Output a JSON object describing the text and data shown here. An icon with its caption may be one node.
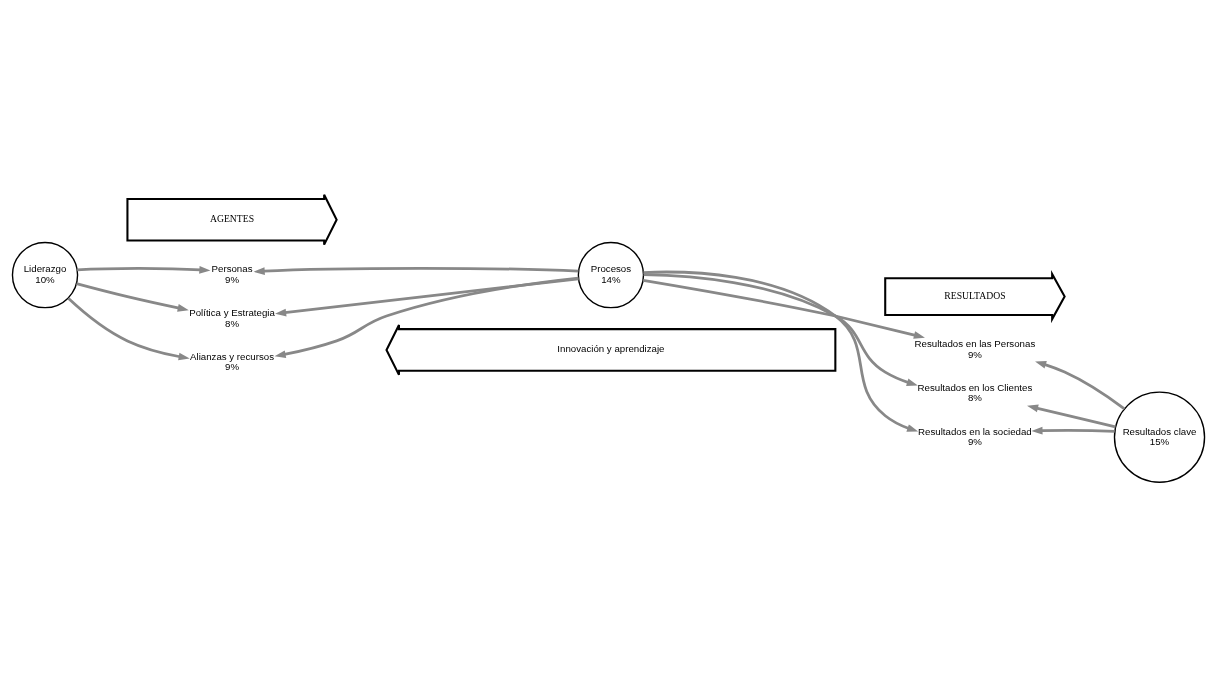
{
  "diagram": {
    "nodes": [
      {
        "text": [
          "AGENTES"
        ]
      },
      {
        "text": [
          "RESULTADOS"
        ]
      },
      {
        "text": [
          "Liderazgo",
          "10%"
        ]
      },
      {
        "text": [
          "Personas",
          "9%"
        ]
      },
      {
        "text": [
          "Política y Estrategia",
          "8%"
        ]
      },
      {
        "text": [
          "Alianzas y recursos",
          "9%"
        ]
      },
      {
        "text": [
          "Procesos",
          "14%"
        ]
      },
      {
        "text": [
          "Resultados en las Personas",
          "9%"
        ]
      },
      {
        "text": [
          "Resultados en los Clientes",
          "8%"
        ]
      },
      {
        "text": [
          "Resultados en la sociedad",
          "9%"
        ]
      },
      {
        "text": [
          "Resultados clave",
          "15%"
        ]
      },
      {
        "text": [
          "Innovación y aprendizaje"
        ]
      }
    ],
    "edges": [
      {
        "from": 2,
        "to": 3,
        "arrow": "to"
      },
      {
        "from": 2,
        "to": 4,
        "arrow": "to"
      },
      {
        "from": 2,
        "to": 5,
        "arrow": "to"
      },
      {
        "from": 6,
        "to": 3,
        "arrow": "to"
      },
      {
        "from": 6,
        "to": 4,
        "arrow": "to"
      },
      {
        "from": 6,
        "to": 5,
        "arrow": "to"
      },
      {
        "from": 6,
        "to": 7,
        "arrow": "to"
      },
      {
        "from": 6,
        "to": 8,
        "arrow": "to"
      },
      {
        "from": 6,
        "to": 9,
        "arrow": "to"
      },
      {
        "from": 10,
        "to": 7,
        "arrow": "to"
      },
      {
        "from": 10,
        "to": 8,
        "arrow": "to"
      },
      {
        "from": 10,
        "to": 9,
        "arrow": "to"
      }
    ]
  }
}
